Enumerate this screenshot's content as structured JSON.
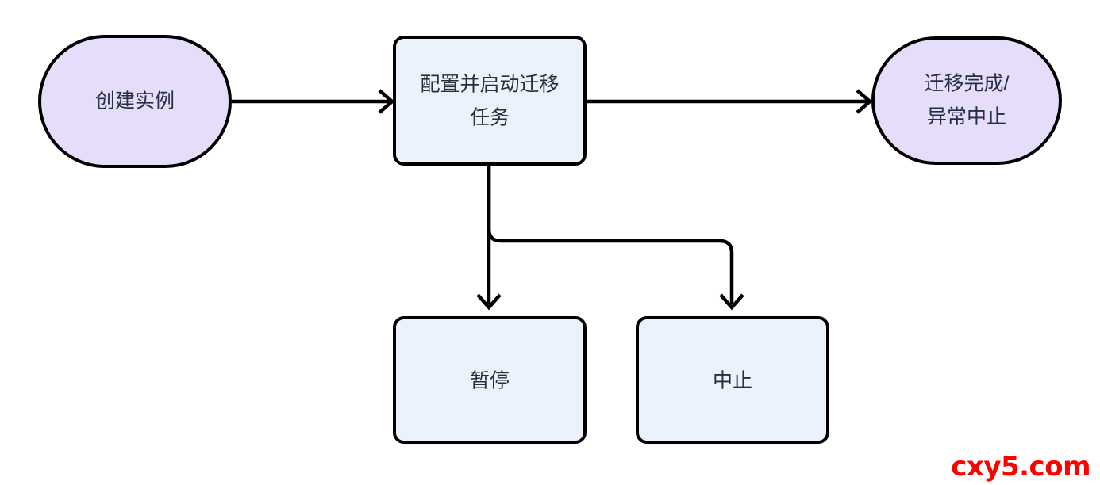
{
  "diagram": {
    "type": "flowchart",
    "direction": "left-to-right",
    "background_color": "#ffffff",
    "stroke_color": "#000000",
    "text_color": "#25303f",
    "nodes": [
      {
        "id": "create-instance",
        "label": "创建实例",
        "shape": "stadium",
        "fill": "#e6ddfb",
        "lines": [
          "创建实例"
        ]
      },
      {
        "id": "configure-start-migration-task",
        "label": "配置并启动迁移任务",
        "shape": "rounded-rect",
        "fill": "#ecf2fc",
        "lines": [
          "配置并启动迁移",
          "任务"
        ]
      },
      {
        "id": "migration-complete-or-aborted",
        "label": "迁移完成/异常中止",
        "shape": "stadium",
        "fill": "#e6ddfb",
        "lines": [
          "迁移完成/",
          "异常中止"
        ]
      },
      {
        "id": "pause",
        "label": "暂停",
        "shape": "rounded-rect",
        "fill": "#ecf2fc",
        "lines": [
          "暂停"
        ]
      },
      {
        "id": "abort",
        "label": "中止",
        "shape": "rounded-rect",
        "fill": "#ecf2fc",
        "lines": [
          "中止"
        ]
      }
    ],
    "edges": [
      {
        "id": "edge-create-to-configure",
        "from": "create-instance",
        "to": "configure-start-migration-task",
        "label": "",
        "style": "solid-arrow"
      },
      {
        "id": "edge-configure-to-complete",
        "from": "configure-start-migration-task",
        "to": "migration-complete-or-aborted",
        "label": "",
        "style": "solid-arrow"
      },
      {
        "id": "edge-configure-to-pause",
        "from": "configure-start-migration-task",
        "to": "pause",
        "label": "",
        "style": "solid-arrow"
      },
      {
        "id": "edge-configure-to-abort",
        "from": "configure-start-migration-task",
        "to": "abort",
        "label": "",
        "style": "solid-arrow-elbow"
      }
    ]
  },
  "watermark": {
    "text": "cxy5.com",
    "color": "#fe0000"
  }
}
